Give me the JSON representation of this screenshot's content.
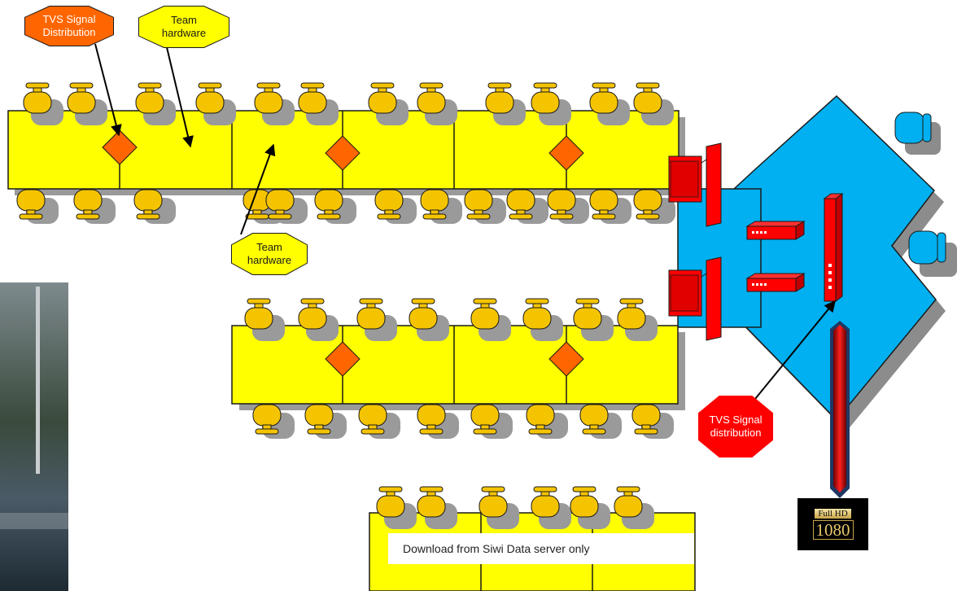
{
  "labels": {
    "tvs_signal_top": "TVS Signal Distribution",
    "team_hardware_top": "Team hardware",
    "team_hardware_mid": "Team hardware",
    "tvs_signal_right": "TVS Signal distribution"
  },
  "note": "Download from Siwi Data server only",
  "badge": {
    "top": "Full HD",
    "main": "1080"
  },
  "colors": {
    "table": "#ffff00",
    "chair": "#f5c400",
    "diamond": "#ff6600",
    "stage": "#00b0f0",
    "equipment": "#ff0000",
    "label_orange": "#ff6600",
    "label_yellow": "#ffff00",
    "label_red": "#ff0000"
  }
}
